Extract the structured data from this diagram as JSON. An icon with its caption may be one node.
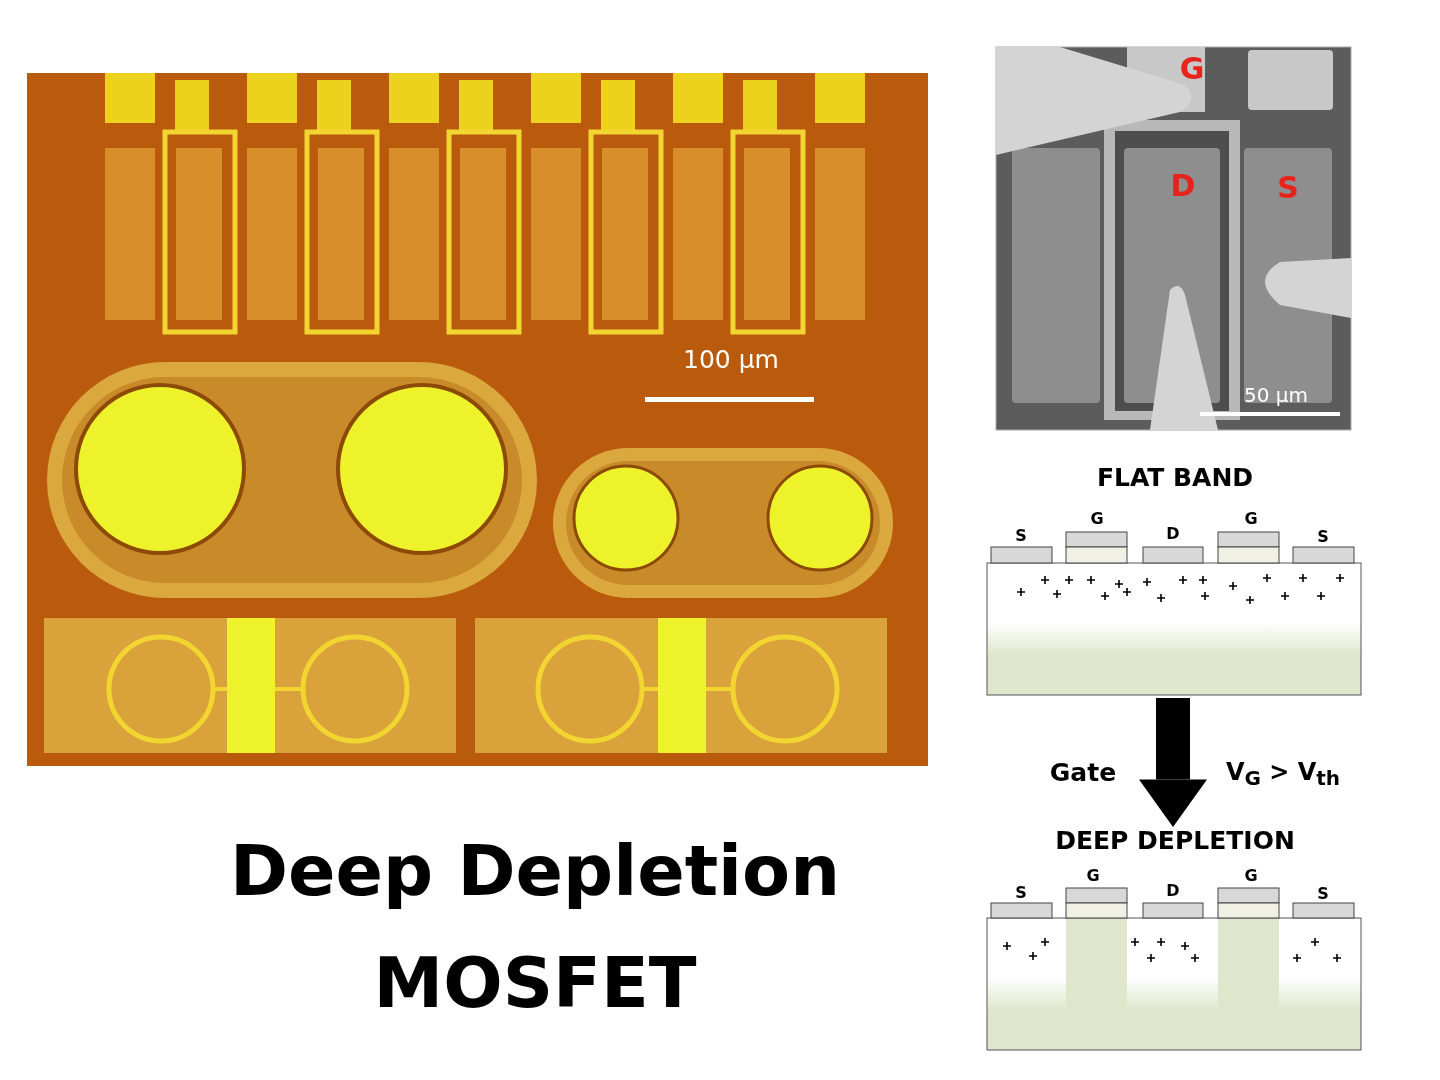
{
  "diagram": {
    "title": "Deep Depletion MOSFET",
    "nodes": [
      {
        "text": [
          "FLAT BAND"
        ]
      },
      {
        "text": [
          "DEEP DEPLETION"
        ]
      }
    ],
    "edges": [
      {
        "from": 0,
        "to": 1,
        "arrow": "to",
        "label": "Gate"
      }
    ],
    "labels": [
      "100 µm",
      "G",
      "D",
      "S",
      "50 µm",
      "S",
      "G",
      "D",
      "G",
      "S",
      "V$_{G}$ > V$_{th}$",
      "S",
      "G",
      "D",
      "G",
      "S"
    ]
  }
}
